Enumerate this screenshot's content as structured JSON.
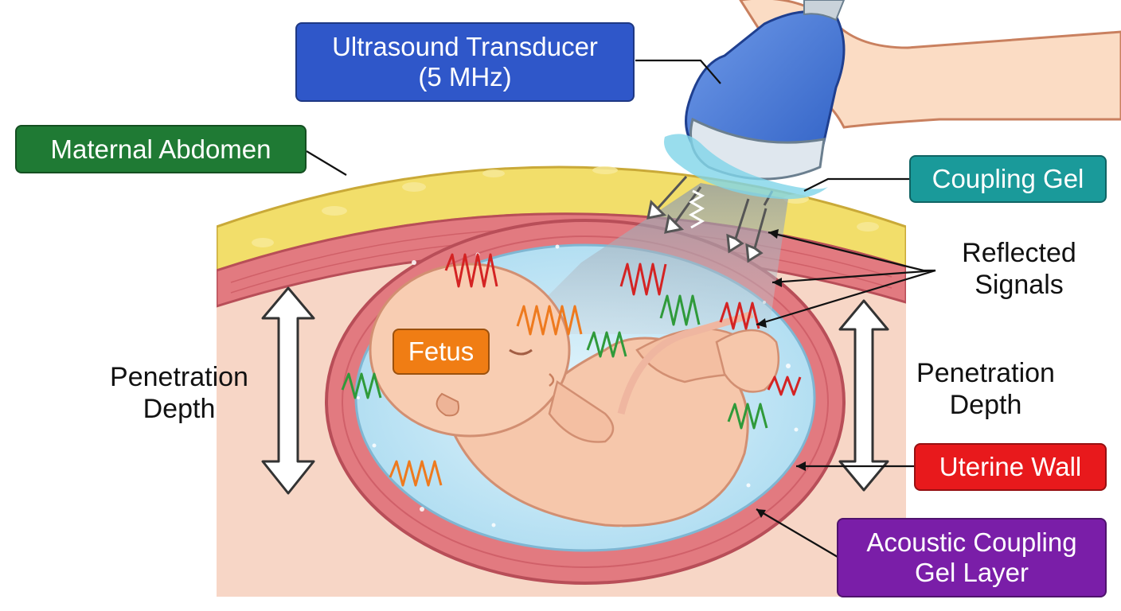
{
  "labels": {
    "transducer": {
      "line1": "Ultrasound Transducer",
      "line2": "(5 MHz)"
    },
    "maternal_abdomen": "Maternal Abdomen",
    "coupling_gel": "Coupling Gel",
    "reflected_signals": {
      "line1": "Reflected",
      "line2": "Signals"
    },
    "fetus": "Fetus",
    "penetration_left": {
      "line1": "Penetration",
      "line2": "Depth"
    },
    "penetration_right": {
      "line1": "Penetration",
      "line2": "Depth"
    },
    "uterine_wall": "Uterine Wall",
    "acoustic_gel_layer": {
      "line1": "Acoustic Coupling",
      "line2": "Gel Layer"
    }
  },
  "colors": {
    "transducer_box": "#2f57c9",
    "maternal_abdomen_box": "#1f7a34",
    "coupling_gel_box": "#1a9a9a",
    "fetus_box": "#f07d14",
    "uterine_wall_box": "#e8191c",
    "acoustic_gel_box": "#7a1ea8",
    "skin": "#f7d6c6",
    "fat": "#f2de6a",
    "muscle": "#e27a80",
    "amniotic": "#bfe4f4",
    "wave_red": "#d42323",
    "wave_orange": "#ee7a1e",
    "wave_green": "#2f9a3a"
  },
  "icons": [
    "hand-icon",
    "transducer-probe-icon",
    "fetus-illustration",
    "double-arrow-icon"
  ]
}
